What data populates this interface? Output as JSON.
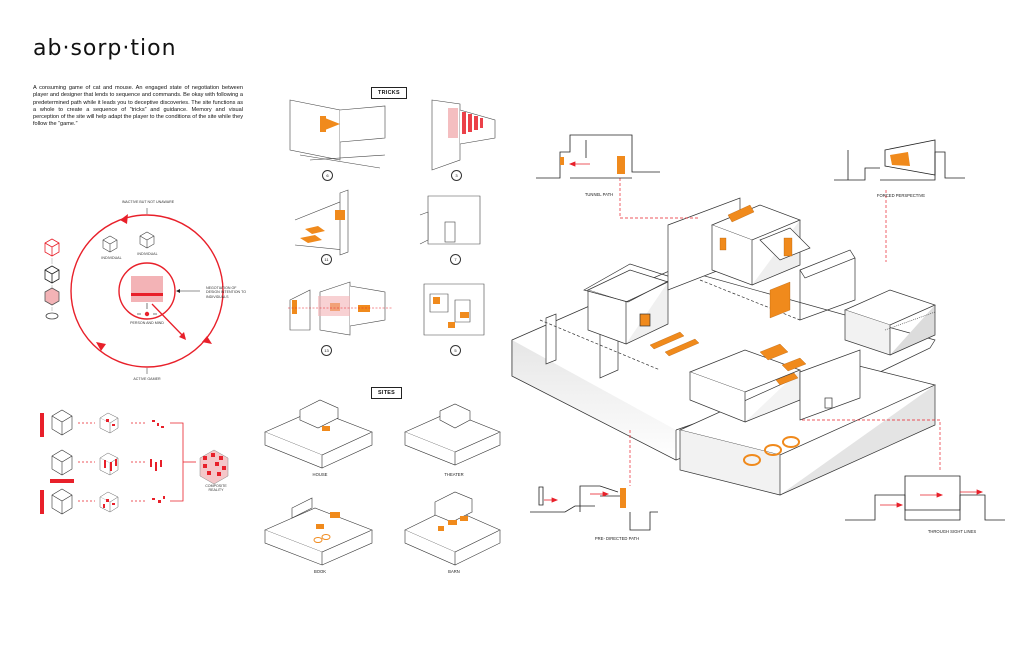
{
  "title": "ab·sorp·tion",
  "intro": "A consuming game of cat and mouse. An engaged state of negotiation between player and designer that lends to sequence and commands. Be okay with following a predetermined path while it leads you to deceptive discoveries. The site functions as a whole to create a sequence of “tricks” and guidance. Memory and visual perception of the site will help adapt the player to the conditions of the site while they follow the “game.”",
  "cycle_diagram": {
    "top_label": "INACTIVE BUT NOT UNAWARE",
    "bottom_label": "ACTIVE GAMER",
    "right_label": "NEGOTIATION OF DESIGN INTENTION TO INDIVIDUALS",
    "inner_left_label": "INDIVIDUAL",
    "inner_right_label": "INDIVIDUAL",
    "center_label": "PERSON AND MIND"
  },
  "composite": {
    "label": "COMPOSITE REALITY"
  },
  "tricks": {
    "label": "TRICKS",
    "numbers": [
      "6",
      "3",
      "11",
      "7",
      "13",
      "5"
    ]
  },
  "sites": {
    "label": "SITES",
    "captions": [
      "HOUSE",
      "THEATER",
      "BOOK",
      "BARN"
    ]
  },
  "sections": {
    "tunnel": "TUNNEL PATH",
    "forced": "FORCED PERSPECTIVE",
    "predirected": "PRE- DIRECTED PATH",
    "sightlines": "THROUGH SIGHT LINES"
  },
  "colors": {
    "accent_red": "#e8202a",
    "accent_orange": "#f08a1c",
    "pink": "#f3b3b6"
  }
}
